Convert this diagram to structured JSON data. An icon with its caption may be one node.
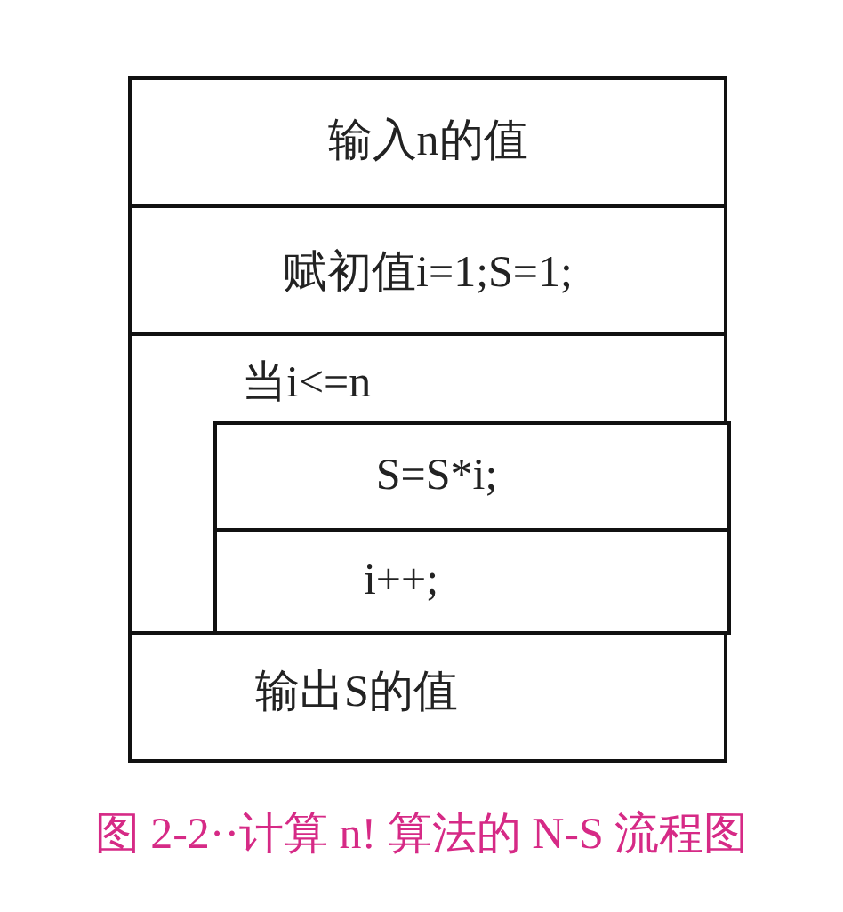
{
  "diagram": {
    "caption": "图 2-2··计算 n! 算法的 N-S 流程图",
    "nodes": [
      {
        "text": [
          "输入n的值"
        ]
      },
      {
        "text": [
          "赋初值i=1;S=1;"
        ]
      },
      {
        "text": [
          "当i<=n"
        ]
      },
      {
        "text": [
          "S=S*i;"
        ],
        "in": 2
      },
      {
        "text": [
          "i++;"
        ],
        "in": 2
      },
      {
        "text": [
          "输出S的值"
        ]
      }
    ]
  }
}
